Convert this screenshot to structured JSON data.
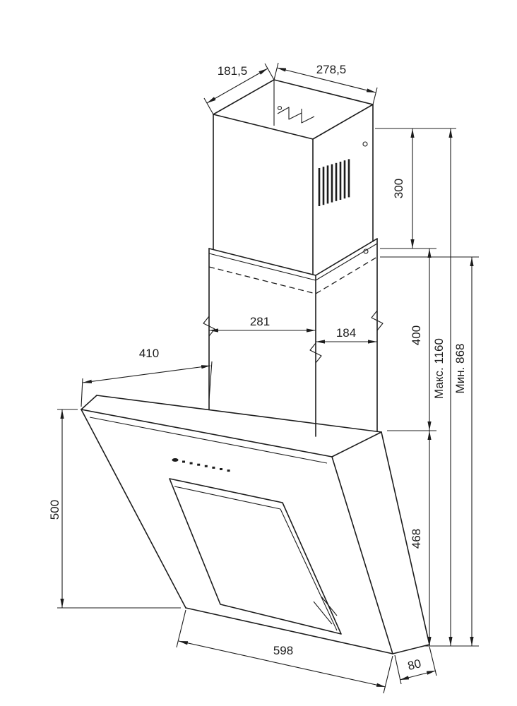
{
  "page": {
    "background": "#ffffff",
    "line_color": "#1c1c1c"
  },
  "drawing": {
    "type": "technical-dimension-drawing",
    "subject": "wall-mounted inclined cooker hood with telescopic chimney duct",
    "units": "mm",
    "labels": {
      "chimney_top_depth": "181,5",
      "chimney_top_width": "278,5",
      "upper_chimney_height": "300",
      "lower_chimney_height": "400",
      "chimney_lower_depth": "281",
      "chimney_lower_width": "184",
      "hood_top_depth": "410",
      "hood_front_height": "500",
      "hood_right_height": "468",
      "hood_bottom_width": "598",
      "hood_bottom_depth": "80",
      "max_total_height": "Макс. 1160",
      "min_total_height": "Мин. 868"
    }
  }
}
